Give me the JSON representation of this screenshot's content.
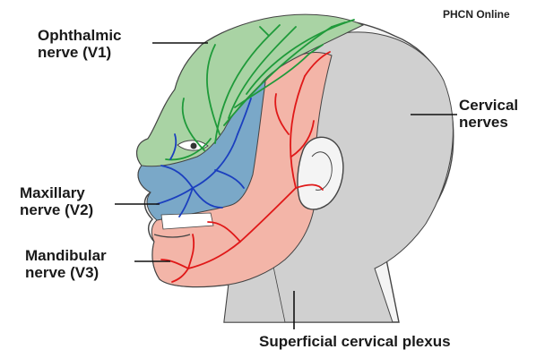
{
  "watermark": "PHCN Online",
  "labels": {
    "ophthalmic": {
      "line1": "Ophthalmic",
      "line2": "nerve (V1)"
    },
    "maxillary": {
      "line1": "Maxillary",
      "line2": "nerve (V2)"
    },
    "mandibular": {
      "line1": "Mandibular",
      "line2": "nerve (V3)"
    },
    "cervical": {
      "line1": "Cervical",
      "line2": "nerves"
    },
    "plexus": {
      "line1": "Superficial cervical plexus"
    }
  },
  "colors": {
    "ophthalmic": "#a9d3a4",
    "maxillary": "#7aa8c8",
    "mandibular": "#f3b5a8",
    "cervical": "#d0d0d0",
    "skin": "#f4f4f4",
    "outline": "#444444",
    "green_nerve": "#1f9a3a",
    "blue_nerve": "#1b3fbf",
    "red_nerve": "#e01818"
  }
}
